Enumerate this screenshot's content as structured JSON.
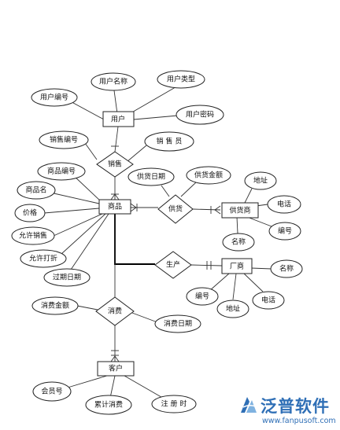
{
  "entities": {
    "user": "用户",
    "product": "商品",
    "supplier": "供货商",
    "factory": "厂商",
    "customer": "客户"
  },
  "relations": {
    "sale": "销售",
    "supply": "供货",
    "produce": "生产",
    "consume": "消费"
  },
  "attributes": {
    "user_name": "用户名称",
    "user_type": "用户类型",
    "user_id": "用户编号",
    "user_password": "用户密码",
    "sale_id": "销售编号",
    "seller": "销 售 员",
    "product_id": "商品编号",
    "product_name": "商品名",
    "price": "价格",
    "allow_sale": "允许销售",
    "allow_discount": "允许打折",
    "expiry_date": "过期日期",
    "supply_date": "供货日期",
    "supply_amount": "供货金额",
    "supplier_address": "地址",
    "supplier_phone": "电话",
    "supplier_name": "名称",
    "supplier_id": "编号",
    "factory_name": "名称",
    "factory_id": "编号",
    "factory_address": "地址",
    "factory_phone": "电话",
    "consume_amount": "消费金额",
    "consume_date": "消费日期",
    "member_id": "会员号",
    "total_consume": "累计消费",
    "register_time": "注 册 时"
  },
  "logo": {
    "name": "泛普软件",
    "url": "www.fanpusoft.com",
    "accent": "#2f6fb6"
  }
}
